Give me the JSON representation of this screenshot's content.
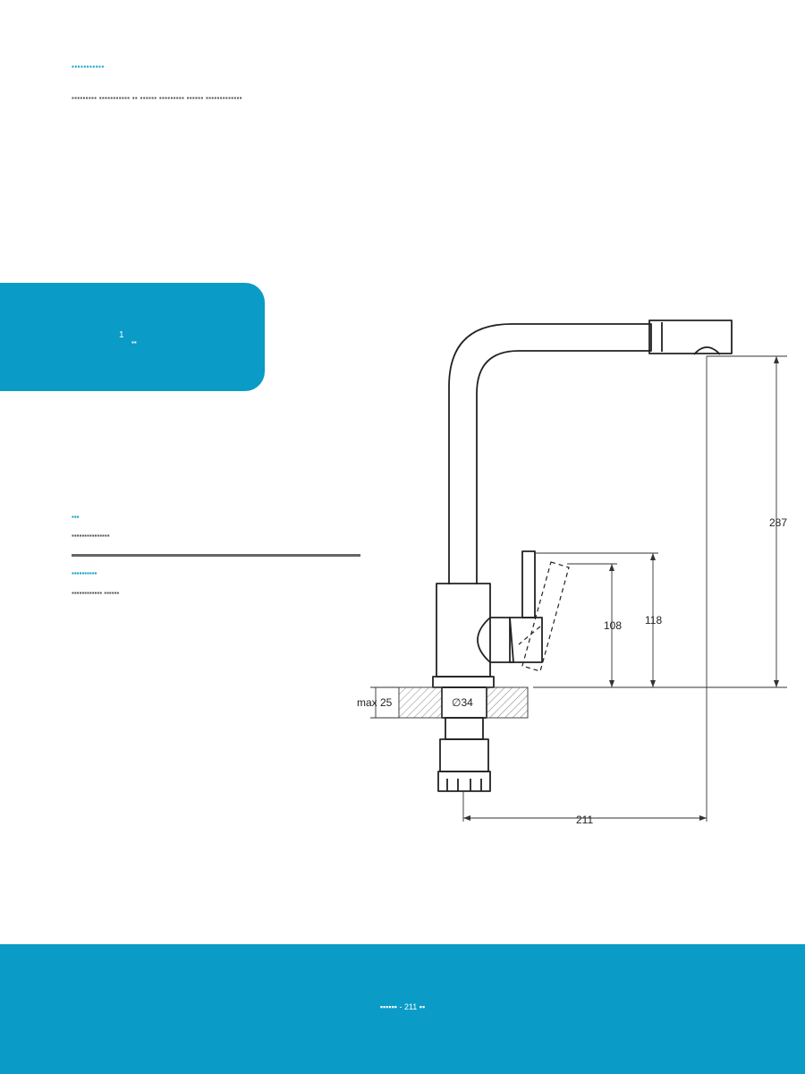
{
  "header": {
    "title": "▪▪▪▪▪▪▪▪▪▪▪",
    "intro": "▪▪▪▪▪▪▪▪▪ ▪▪▪▪▪▪▪▪▪▪▪ ▪▪ ▪▪▪▪▪▪ ▪▪▪▪▪▪▪▪▪ ▪▪▪▪▪▪ ▪▪▪▪▪▪▪▪▪▪▪▪▪"
  },
  "badge": {
    "number": "1",
    "label": "▪▪"
  },
  "specs": [
    {
      "label": "▪▪▪",
      "value": "▪▪▪▪▪▪▪▪▪▪▪▪▪▪▪"
    },
    {
      "label": "▪▪▪▪▪▪▪▪▪▪",
      "value": "▪▪▪▪▪▪▪▪▪▪▪▪ ▪▪▪▪▪▪"
    }
  ],
  "drawing": {
    "dimensions": {
      "height_total": "287",
      "handle_high": "118",
      "handle_low": "108",
      "reach": "211",
      "hole_diameter": "∅34",
      "max_thickness": "max 25"
    }
  },
  "footer": {
    "text": "▪▪▪▪▪▪ - 211 ▪▪"
  },
  "colors": {
    "accent": "#0a9bc6",
    "divider": "#666666"
  }
}
